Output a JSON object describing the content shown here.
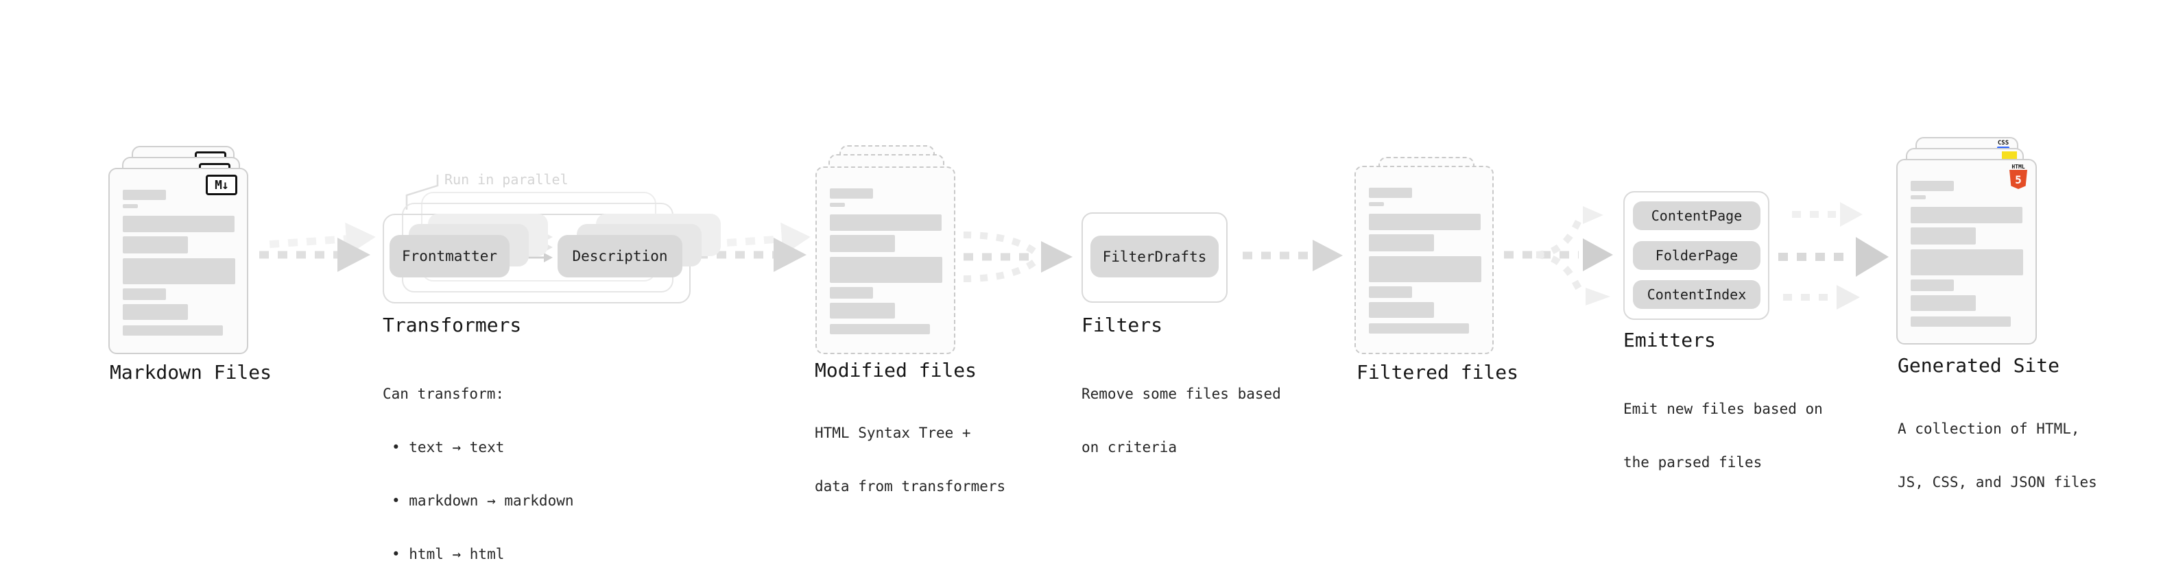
{
  "colors": {
    "html5_orange": "#e44d26",
    "js_yellow": "#f7df1e",
    "css_blue": "#2962ff",
    "bar_gray": "#d9d9d9",
    "pill_gray": "#d9d9d9",
    "text_dark": "#1c1c1c",
    "muted_annotation": "#d4d4d4"
  },
  "markdown_files": {
    "label": "Markdown Files",
    "badge": "M↓"
  },
  "transformers": {
    "annotation": "Run in parallel",
    "pill_frontmatter": "Frontmatter",
    "pill_description": "Description",
    "title": "Transformers",
    "subtitle": "Can transform:",
    "bullets": [
      "• text → text",
      "• markdown → markdown",
      "• html → html"
    ]
  },
  "modified_files": {
    "label": "Modified files",
    "lines": [
      "HTML Syntax Tree +",
      "data from transformers"
    ]
  },
  "filters": {
    "title": "Filters",
    "pill": "FilterDrafts",
    "lines": [
      "Remove some files based",
      "on criteria"
    ]
  },
  "filtered_files": {
    "label": "Filtered files"
  },
  "emitters": {
    "title": "Emitters",
    "pills": [
      "ContentPage",
      "FolderPage",
      "ContentIndex"
    ],
    "lines": [
      "Emit new files based on",
      "the parsed files"
    ]
  },
  "generated_site": {
    "label": "Generated Site",
    "lines": [
      "A collection of HTML,",
      "JS, CSS, and JSON files"
    ],
    "badge_html_top": "HTML",
    "badge_html_number": "5",
    "badge_css": "CSS"
  }
}
